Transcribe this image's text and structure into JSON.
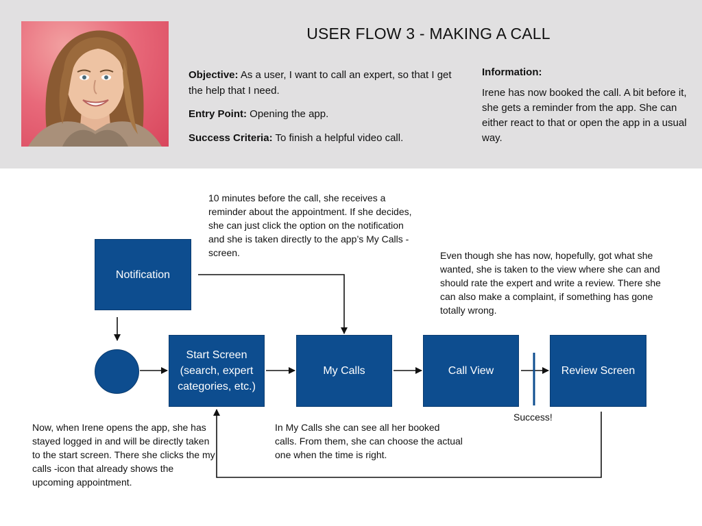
{
  "header": {
    "title": "USER FLOW 3 - MAKING A CALL",
    "objective_label": "Objective:",
    "objective_text": "As a user, I want to call an expert, so that I get the help that I need.",
    "entry_label": "Entry Point:",
    "entry_text": "Opening the app.",
    "success_label": "Success Criteria:",
    "success_text": "To finish a helpful video call.",
    "info_heading": "Information:",
    "info_text": "Irene has now booked the call. A bit before it, she gets a reminder from the app. She can either react to that or open the app in a usual way."
  },
  "flow": {
    "notification": "Notification",
    "start_screen": "Start Screen (search, expert categories, etc.)",
    "my_calls": "My Calls",
    "call_view": "Call View",
    "review_screen": "Review Screen",
    "success_marker": "Success!"
  },
  "notes": {
    "notification_note": "10 minutes before the call, she receives a reminder about the appointment. If she decides, she can just click the option on the notification and she is taken directly to the app’s My Calls -screen.",
    "review_note": "Even though she has now, hopefully, got what she wanted, she is taken to the view where she can and should rate the expert and write a review. There she can also make a complaint, if something has gone totally wrong.",
    "start_note": "Now, when Irene opens the app, she has stayed logged in and will be directly taken to the start screen. There she clicks the my calls -icon that already shows the upcoming appointment.",
    "my_calls_note": "In My Calls she can see all her booked calls. From them, she can choose the actual one when the time is right."
  },
  "colors": {
    "header_band": "#e1e0e1",
    "node_fill": "#0d4d8f",
    "connector": "#111111",
    "success_bar": "#0d4d8f"
  }
}
